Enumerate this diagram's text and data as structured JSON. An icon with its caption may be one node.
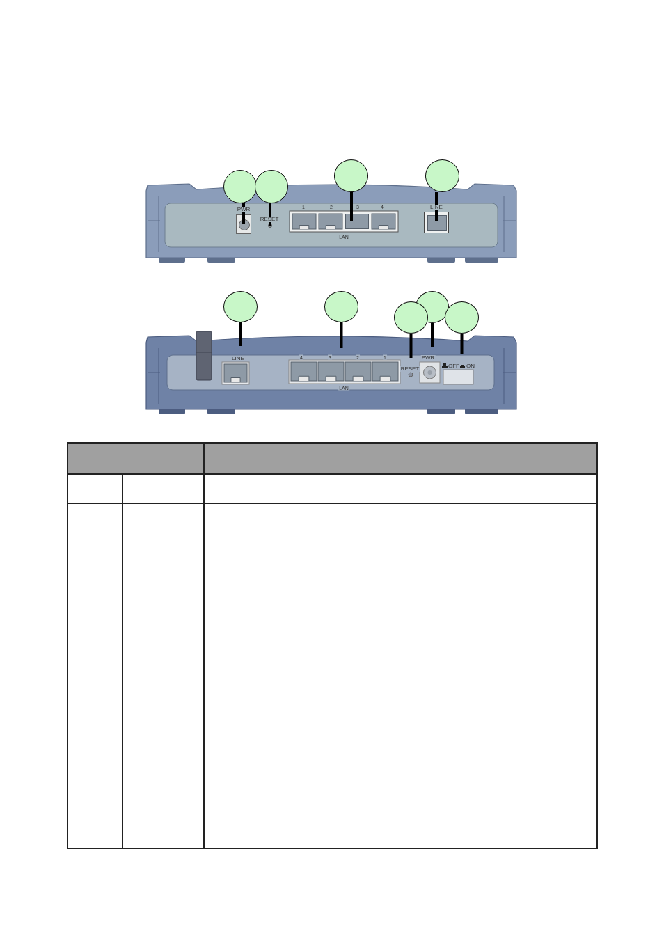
{
  "diagram": {
    "nodes": [
      {
        "text": [],
        "shape": "circle"
      },
      {
        "text": [],
        "shape": "circle"
      },
      {
        "text": [],
        "shape": "circle"
      },
      {
        "text": [],
        "shape": "circle"
      },
      {
        "text": [],
        "shape": "box"
      },
      {
        "text": [],
        "shape": "circle"
      },
      {
        "text": [],
        "shape": "box"
      },
      {
        "text": [],
        "shape": "box"
      },
      {
        "text": [],
        "shape": "circle"
      },
      {
        "text": [],
        "shape": "circle"
      },
      {
        "text": [],
        "shape": "circle"
      },
      {
        "text": [],
        "shape": "circle"
      },
      {
        "text": [],
        "shape": "circle"
      }
    ],
    "edges": [
      {
        "from": 0,
        "to": 4,
        "arrow": "none"
      },
      {
        "from": 1,
        "to": 5,
        "arrow": "none"
      },
      {
        "from": 2,
        "to": 6,
        "arrow": "none"
      },
      {
        "from": 3,
        "to": 7,
        "arrow": "none"
      },
      {
        "from": 8,
        "to": null,
        "arrow": "none"
      },
      {
        "from": 9,
        "to": null,
        "arrow": "none"
      },
      {
        "from": 10,
        "to": null,
        "arrow": "none"
      },
      {
        "from": 11,
        "to": null,
        "arrow": "none"
      },
      {
        "from": 12,
        "to": null,
        "arrow": "none"
      }
    ],
    "labels": [
      "PWR",
      "RESET",
      "1",
      "2",
      "3",
      "4",
      "LINE",
      "LAN",
      "LINE",
      "4",
      "3",
      "2",
      "1",
      "PWR",
      "OFF",
      "ON",
      "RESET",
      "LAN"
    ]
  }
}
